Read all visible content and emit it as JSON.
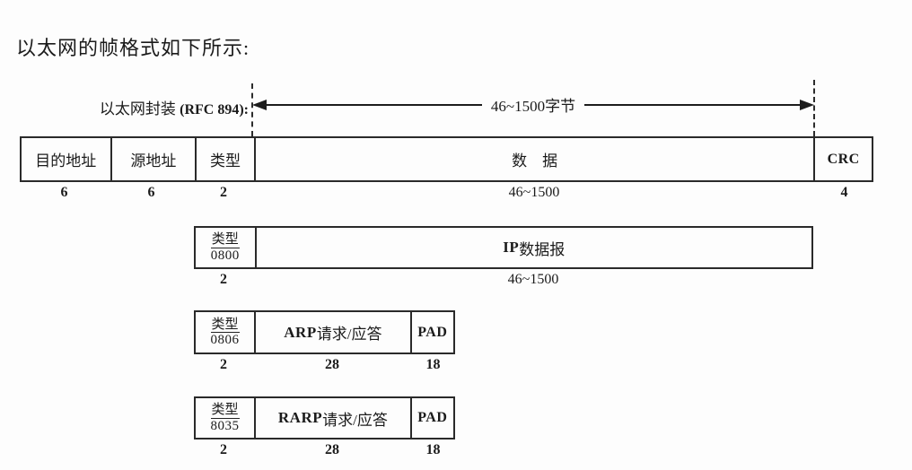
{
  "title": "以太网的帧格式如下所示:",
  "encapsulation": {
    "label": "以太网封装 ",
    "rfc": "(RFC 894):"
  },
  "arrow": {
    "label": "46~1500字节"
  },
  "frame1": {
    "dest": {
      "label": "目的地址",
      "size": "6"
    },
    "src": {
      "label": "源地址",
      "size": "6"
    },
    "type": {
      "label": "类型",
      "size": "2"
    },
    "data": {
      "label": "数　据",
      "size": "46~1500"
    },
    "crc": {
      "label": "CRC",
      "size": "4"
    }
  },
  "frame2": {
    "type": {
      "top": "类型",
      "code": "0800",
      "size": "2"
    },
    "payload": {
      "latin": "IP",
      "cjk": " 数据报",
      "size": "46~1500"
    }
  },
  "frame3": {
    "type": {
      "top": "类型",
      "code": "0806",
      "size": "2"
    },
    "payload": {
      "latin": "ARP",
      "cjk": " 请求/应答",
      "size": "28"
    },
    "pad": {
      "label": "PAD",
      "size": "18"
    }
  },
  "frame4": {
    "type": {
      "top": "类型",
      "code": "8035",
      "size": "2"
    },
    "payload": {
      "latin": "RARP",
      "cjk": " 请求/应答",
      "size": "28"
    },
    "pad": {
      "label": "PAD",
      "size": "18"
    }
  }
}
